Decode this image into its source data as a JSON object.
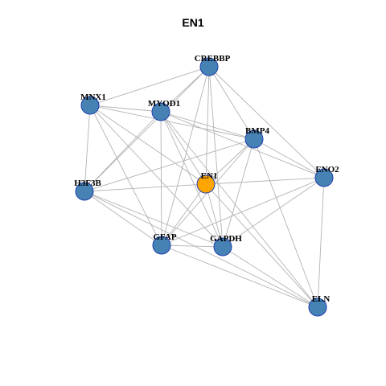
{
  "title": "EN1",
  "colors": {
    "node": "#4682b4",
    "center": "#ffa500",
    "border": "#1f3fb0",
    "edge": "#b3b3b3"
  },
  "nodes": [
    {
      "id": "CREBBP",
      "label": "CREBBP",
      "center": false
    },
    {
      "id": "MNX1",
      "label": "MNX1",
      "center": false
    },
    {
      "id": "MYOD1",
      "label": "MYOD1",
      "center": false
    },
    {
      "id": "BMP4",
      "label": "BMP4",
      "center": false
    },
    {
      "id": "ENO2",
      "label": "ENO2",
      "center": false
    },
    {
      "id": "H3F3B",
      "label": "H3F3B",
      "center": false
    },
    {
      "id": "EN1",
      "label": "EN1",
      "center": true
    },
    {
      "id": "GFAP",
      "label": "GFAP",
      "center": false
    },
    {
      "id": "GAPDH",
      "label": "GAPDH",
      "center": false
    },
    {
      "id": "ELN",
      "label": "ELN",
      "center": false
    }
  ],
  "edges": [
    [
      "CREBBP",
      "MNX1"
    ],
    [
      "CREBBP",
      "MYOD1"
    ],
    [
      "CREBBP",
      "BMP4"
    ],
    [
      "CREBBP",
      "ENO2"
    ],
    [
      "CREBBP",
      "H3F3B"
    ],
    [
      "CREBBP",
      "EN1"
    ],
    [
      "CREBBP",
      "GFAP"
    ],
    [
      "CREBBP",
      "GAPDH"
    ],
    [
      "MNX1",
      "MYOD1"
    ],
    [
      "MNX1",
      "BMP4"
    ],
    [
      "MNX1",
      "H3F3B"
    ],
    [
      "MNX1",
      "EN1"
    ],
    [
      "MNX1",
      "GFAP"
    ],
    [
      "MNX1",
      "GAPDH"
    ],
    [
      "MYOD1",
      "BMP4"
    ],
    [
      "MYOD1",
      "ENO2"
    ],
    [
      "MYOD1",
      "H3F3B"
    ],
    [
      "MYOD1",
      "EN1"
    ],
    [
      "MYOD1",
      "GFAP"
    ],
    [
      "MYOD1",
      "GAPDH"
    ],
    [
      "MYOD1",
      "ELN"
    ],
    [
      "BMP4",
      "ENO2"
    ],
    [
      "BMP4",
      "H3F3B"
    ],
    [
      "BMP4",
      "EN1"
    ],
    [
      "BMP4",
      "GFAP"
    ],
    [
      "BMP4",
      "GAPDH"
    ],
    [
      "BMP4",
      "ELN"
    ],
    [
      "ENO2",
      "EN1"
    ],
    [
      "ENO2",
      "GFAP"
    ],
    [
      "ENO2",
      "GAPDH"
    ],
    [
      "ENO2",
      "ELN"
    ],
    [
      "H3F3B",
      "EN1"
    ],
    [
      "H3F3B",
      "GFAP"
    ],
    [
      "H3F3B",
      "GAPDH"
    ],
    [
      "H3F3B",
      "ELN"
    ],
    [
      "EN1",
      "GFAP"
    ],
    [
      "EN1",
      "GAPDH"
    ],
    [
      "EN1",
      "ELN"
    ],
    [
      "GFAP",
      "GAPDH"
    ],
    [
      "GFAP",
      "ELN"
    ],
    [
      "GAPDH",
      "ELN"
    ]
  ]
}
